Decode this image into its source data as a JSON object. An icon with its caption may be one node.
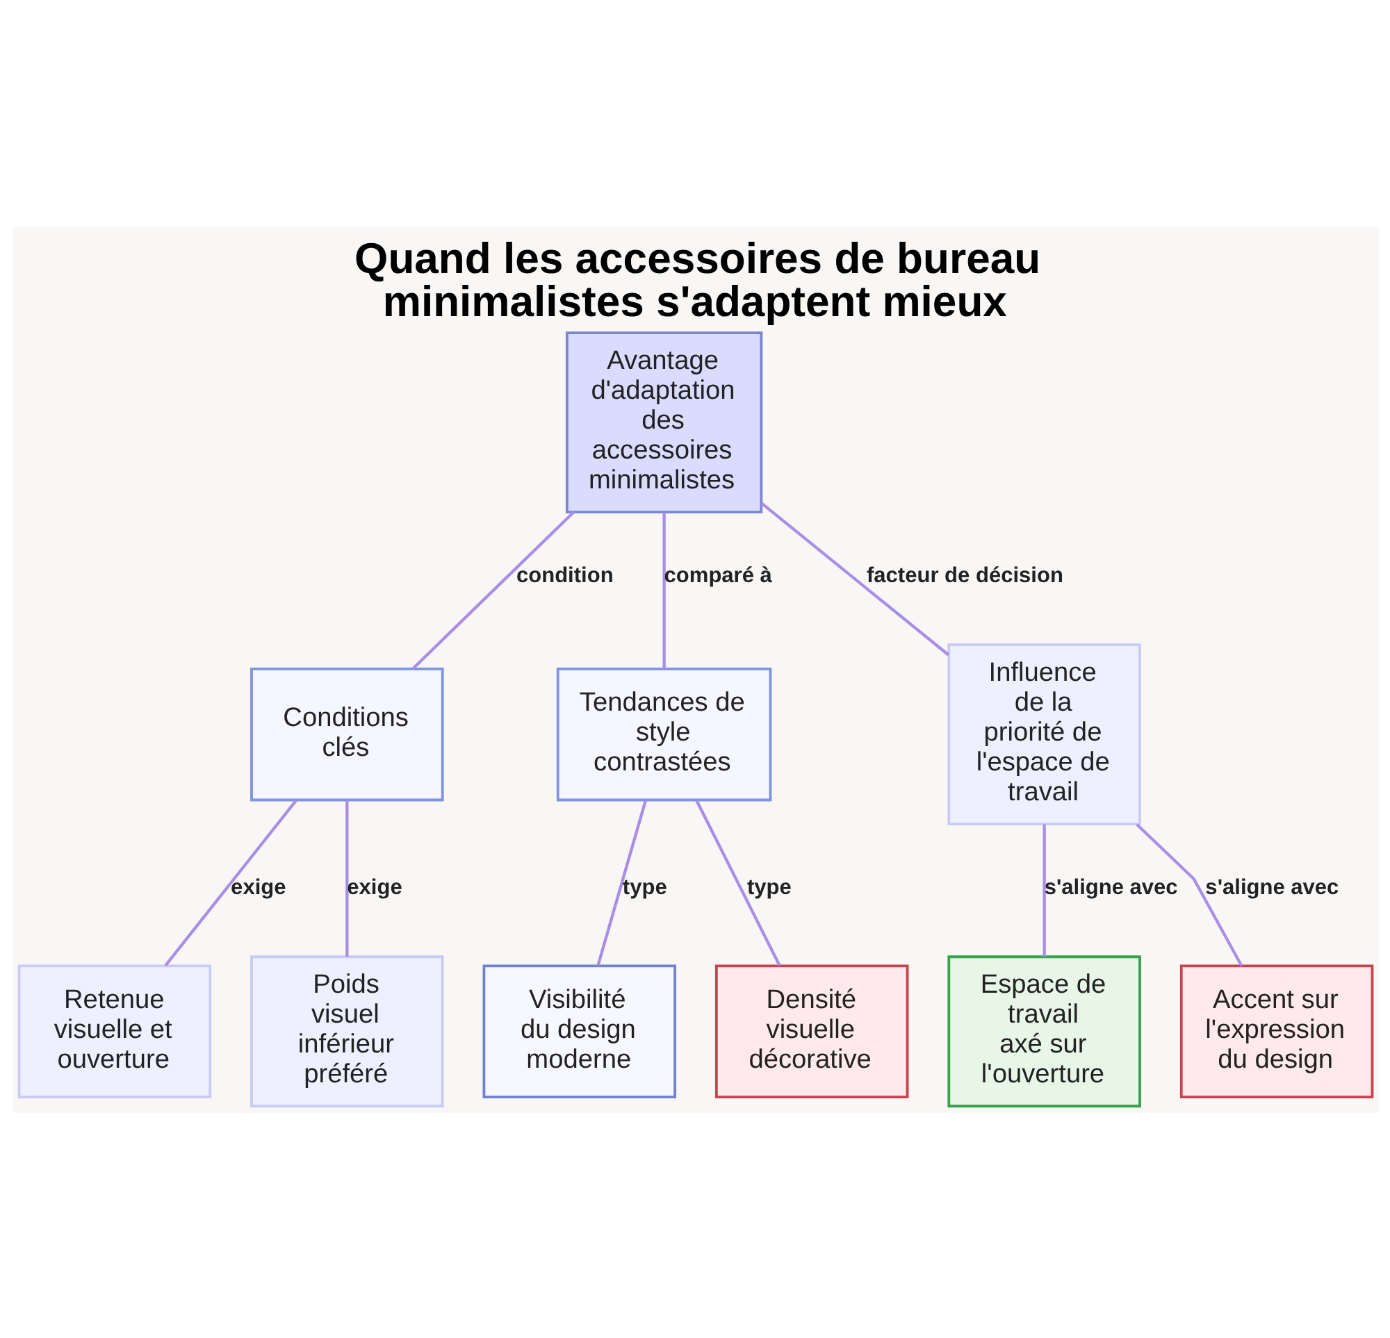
{
  "diagram": {
    "title": "Quand les accessoires de bureau minimalistes s'adaptent mieux",
    "nodes": [
      {
        "text": [
          "Avantage d'adaptation des accessoires minimalistes"
        ]
      },
      {
        "text": [
          "Conditions clés"
        ]
      },
      {
        "text": [
          "Tendances de style contrastées"
        ]
      },
      {
        "text": [
          "Influence de la priorité de l'espace de travail"
        ]
      },
      {
        "text": [
          "Retenue visuelle et ouverture"
        ]
      },
      {
        "text": [
          "Poids visuel inférieur préféré"
        ]
      },
      {
        "text": [
          "Visibilité du design moderne"
        ]
      },
      {
        "text": [
          "Densité visuelle décorative"
        ]
      },
      {
        "text": [
          "Espace de travail axé sur l'ouverture"
        ]
      },
      {
        "text": [
          "Accent sur l'expression du design"
        ]
      }
    ],
    "edges": [
      {
        "from": 0,
        "to": 1,
        "arrow": "none",
        "label": "condition"
      },
      {
        "from": 0,
        "to": 2,
        "arrow": "none",
        "label": "comparé à"
      },
      {
        "from": 0,
        "to": 3,
        "arrow": "none",
        "label": "facteur de décision"
      },
      {
        "from": 1,
        "to": 4,
        "arrow": "none",
        "label": "exige"
      },
      {
        "from": 1,
        "to": 5,
        "arrow": "none",
        "label": "exige"
      },
      {
        "from": 2,
        "to": 6,
        "arrow": "none",
        "label": "type"
      },
      {
        "from": 2,
        "to": 7,
        "arrow": "none",
        "label": "type"
      },
      {
        "from": 3,
        "to": 8,
        "arrow": "none",
        "label": "s'aligne avec"
      },
      {
        "from": 3,
        "to": 9,
        "arrow": "none",
        "label": "s'aligne avec"
      }
    ]
  }
}
